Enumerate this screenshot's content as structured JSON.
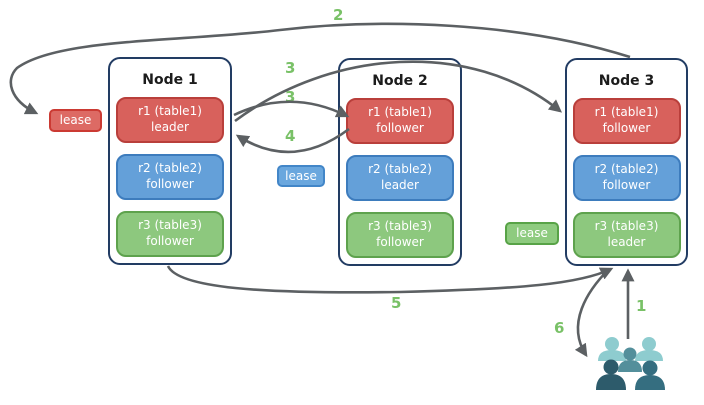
{
  "nodes": [
    {
      "title": "Node 1",
      "replicas": [
        {
          "range": "r1 (table1)",
          "role": "leader",
          "color": "red"
        },
        {
          "range": "r2 (table2)",
          "role": "follower",
          "color": "blue"
        },
        {
          "range": "r3 (table3)",
          "role": "follower",
          "color": "green"
        }
      ]
    },
    {
      "title": "Node 2",
      "replicas": [
        {
          "range": "r1 (table1)",
          "role": "follower",
          "color": "red"
        },
        {
          "range": "r2 (table2)",
          "role": "leader",
          "color": "blue"
        },
        {
          "range": "r3 (table3)",
          "role": "follower",
          "color": "green"
        }
      ]
    },
    {
      "title": "Node 3",
      "replicas": [
        {
          "range": "r1 (table1)",
          "role": "follower",
          "color": "red"
        },
        {
          "range": "r2 (table2)",
          "role": "follower",
          "color": "blue"
        },
        {
          "range": "r3 (table3)",
          "role": "leader",
          "color": "green"
        }
      ]
    }
  ],
  "leases": [
    {
      "label": "lease",
      "color": "red"
    },
    {
      "label": "lease",
      "color": "blue"
    },
    {
      "label": "lease",
      "color": "green"
    }
  ],
  "steps": [
    {
      "label": "1"
    },
    {
      "label": "2"
    },
    {
      "label": "3"
    },
    {
      "label": "3"
    },
    {
      "label": "4"
    },
    {
      "label": "5"
    },
    {
      "label": "6"
    }
  ],
  "icons": {
    "users": "users-group-icon"
  },
  "colors": {
    "node_border": "#223c63",
    "replica_red_fill": "#d8615c",
    "replica_red_border": "#b93f3b",
    "replica_blue_fill": "#64a0d9",
    "replica_blue_border": "#3d7cbd",
    "replica_green_fill": "#8dc87e",
    "replica_green_border": "#5ea24d",
    "arrow": "#5c6063",
    "step_label": "#79c167",
    "users_light": "#8ecccf",
    "users_medium": "#538f9b",
    "users_dark": "#2d5b6b",
    "users_dark_alt": "#356e80"
  }
}
